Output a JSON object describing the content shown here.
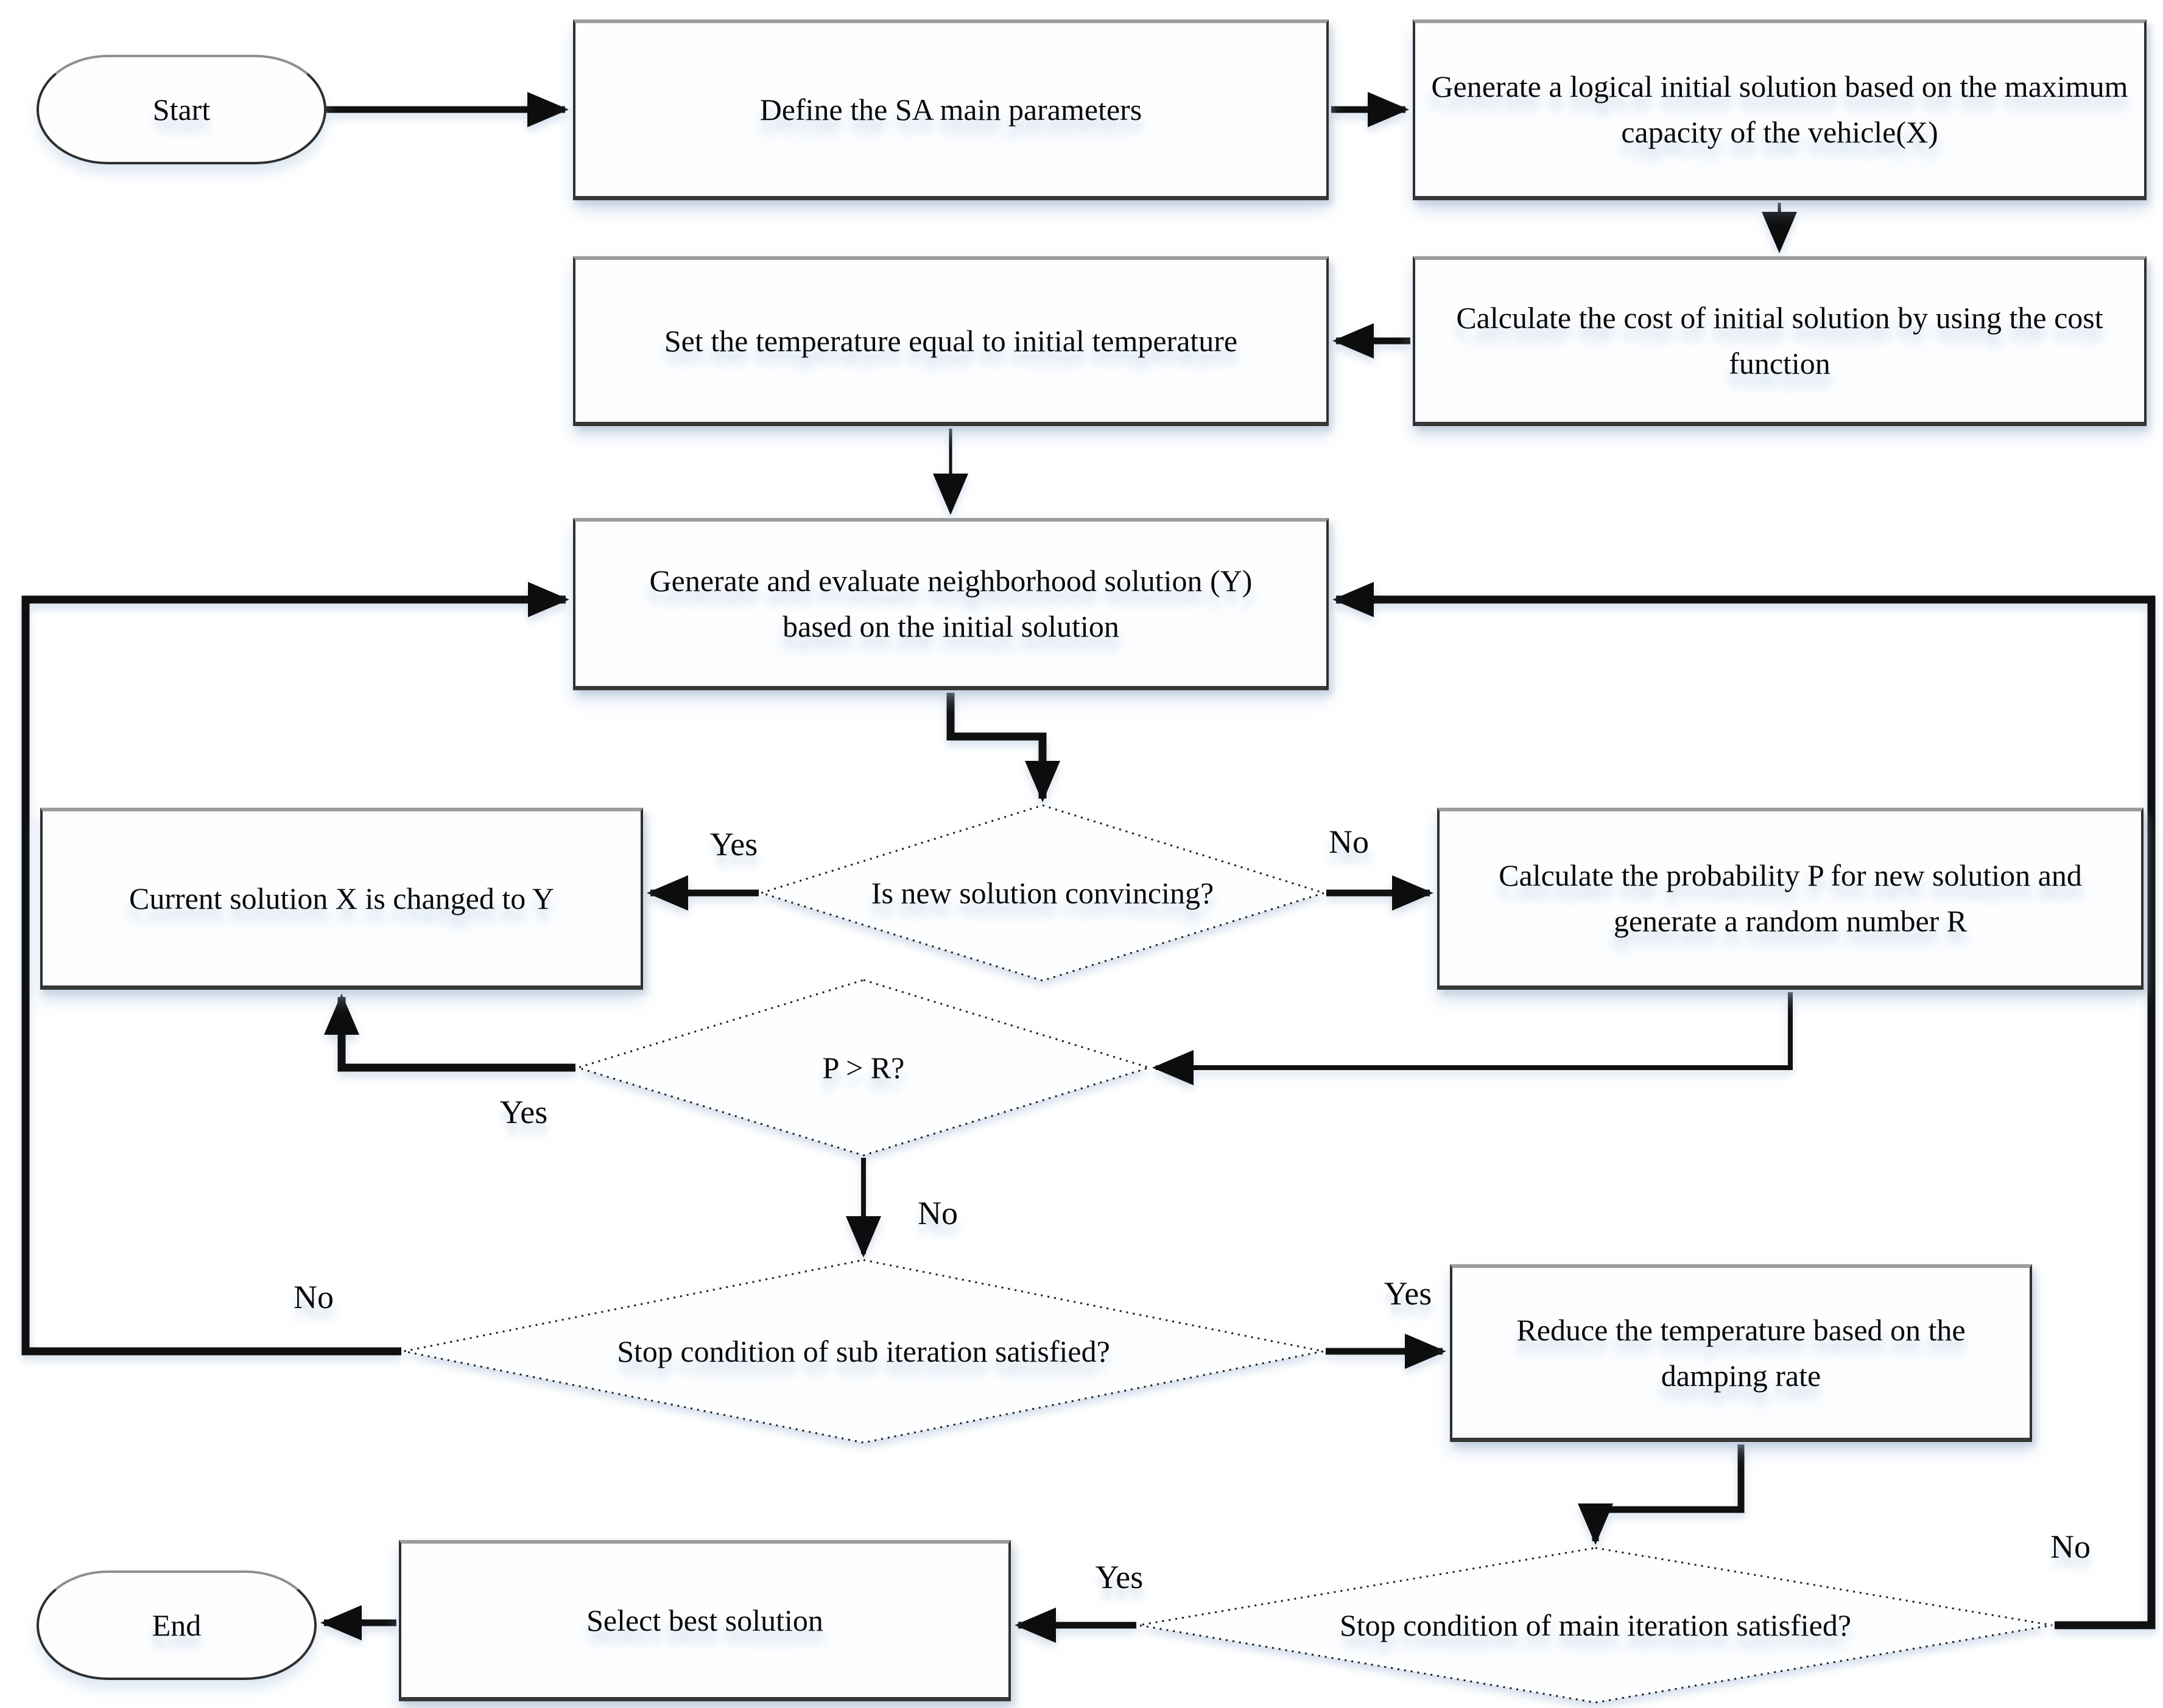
{
  "colors": {
    "background": "#ffffff",
    "line": "#101010",
    "box_border": "#2f2f2f",
    "box_fill": "#fdfeff",
    "text": "#0a0a0a",
    "soft_shadow": "#a8c2e2"
  },
  "nodes": {
    "start": {
      "label": "Start",
      "shape": "terminator"
    },
    "define_params": {
      "label": "Define the SA main parameters",
      "shape": "process"
    },
    "generate_initial": {
      "label": "Generate a logical initial solution based on the maximum capacity of the vehicle(X)",
      "shape": "process"
    },
    "calc_cost": {
      "label": "Calculate the cost of initial solution by using the cost function",
      "shape": "process"
    },
    "set_temp": {
      "label": "Set the temperature equal to initial temperature",
      "shape": "process"
    },
    "generate_neighbor": {
      "label": "Generate and evaluate neighborhood solution (Y) based on the initial solution",
      "shape": "process"
    },
    "is_convincing": {
      "label": "Is new solution convincing?",
      "shape": "decision"
    },
    "current_changed": {
      "label": "Current solution X is changed to Y",
      "shape": "process"
    },
    "calc_probability": {
      "label": "Calculate the probability P for new solution and generate a random number R",
      "shape": "process"
    },
    "p_gt_r": {
      "label": "P > R?",
      "shape": "decision"
    },
    "stop_sub": {
      "label": "Stop condition of sub iteration satisfied?",
      "shape": "decision"
    },
    "reduce_temp": {
      "label": "Reduce the temperature based on the damping rate",
      "shape": "process"
    },
    "stop_main": {
      "label": "Stop condition of main iteration satisfied?",
      "shape": "decision"
    },
    "select_best": {
      "label": "Select best solution",
      "shape": "process"
    },
    "end": {
      "label": "End",
      "shape": "terminator"
    }
  },
  "edge_labels": {
    "convincing_yes": {
      "text": "Yes"
    },
    "convincing_no": {
      "text": "No"
    },
    "pr_yes": {
      "text": "Yes"
    },
    "pr_no": {
      "text": "No"
    },
    "sub_no": {
      "text": "No"
    },
    "sub_yes": {
      "text": "Yes"
    },
    "main_yes": {
      "text": "Yes"
    },
    "main_no": {
      "text": "No"
    }
  }
}
